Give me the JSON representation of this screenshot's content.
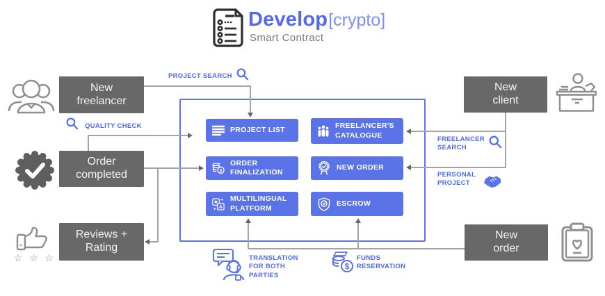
{
  "header": {
    "logo_title_bold": "Develop",
    "logo_title_bracket": "[crypto]",
    "logo_subtitle": "Smart Contract",
    "logo_icon": "checklist-document-icon"
  },
  "colors": {
    "accent_blue": "#5b73e8",
    "label_blue": "#4e6bf0",
    "platform_border_blue": "#5b74e8",
    "node_gray": "#686868",
    "line_gray": "#a4a4a4",
    "arrow_gray": "#666666",
    "icon_gray": "#8f8f8f"
  },
  "nodes": {
    "new_freelancer": {
      "label": "New freelancer",
      "icon": "team-icon"
    },
    "order_completed": {
      "label": "Order completed",
      "icon": "completed-badge-icon"
    },
    "reviews_rating": {
      "label": "Reviews + Rating",
      "icon": "thumbs-up-stars-icon"
    },
    "new_client": {
      "label": "New client",
      "icon": "client-desk-icon"
    },
    "new_order": {
      "label": "New order",
      "icon": "clipboard-heart-icon"
    }
  },
  "platform": {
    "buttons": [
      {
        "label": "PROJECT LIST",
        "icon": "list-icon"
      },
      {
        "label": "FREELANCER'S CATALOGUE",
        "icon": "people-icon"
      },
      {
        "label": "ORDER FINALIZATION",
        "icon": "coins-icon"
      },
      {
        "label": "NEW ORDER",
        "icon": "award-badge-icon"
      },
      {
        "label": "MULTILINGUAL PLATFORM",
        "icon": "translate-icon"
      },
      {
        "label": "ESCROW",
        "icon": "shield-check-icon"
      }
    ]
  },
  "connector_labels": {
    "project_search": "PROJECT SEARCH",
    "quality_check": "QUALITY CHECK",
    "freelancer_search": "FREELANCER SEARCH",
    "personal_project": "PERSONAL PROJECT",
    "translation_for_both_parties": "TRANSLATION FOR BOTH PARTIES",
    "funds_reservation": "FUNDS RESERVATION"
  },
  "decorations": {
    "rating_stars": "☆ ☆ ☆"
  }
}
